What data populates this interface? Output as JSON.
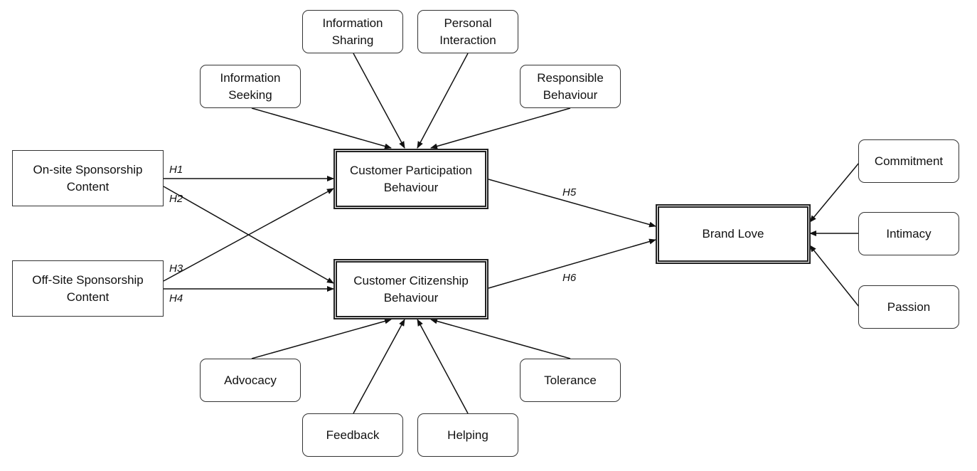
{
  "constructs": {
    "info_sharing": "Information\nSharing",
    "personal_interaction": "Personal\nInteraction",
    "info_seeking": "Information\nSeeking",
    "responsible_behaviour": "Responsible\nBehaviour",
    "onsite_content": "On-site Sponsorship\nContent",
    "offsite_content": "Off-Site Sponsorship\nContent",
    "cpb": "Customer Participation\nBehaviour",
    "ccb": "Customer Citizenship\nBehaviour",
    "brand_love": "Brand Love",
    "commitment": "Commitment",
    "intimacy": "Intimacy",
    "passion": "Passion",
    "advocacy": "Advocacy",
    "tolerance": "Tolerance",
    "feedback": "Feedback",
    "helping": "Helping"
  },
  "hypotheses": {
    "h1": "H1",
    "h2": "H2",
    "h3": "H3",
    "h4": "H4",
    "h5": "H5",
    "h6": "H6"
  },
  "colors": {
    "line": "#111111",
    "border": "#333333"
  }
}
